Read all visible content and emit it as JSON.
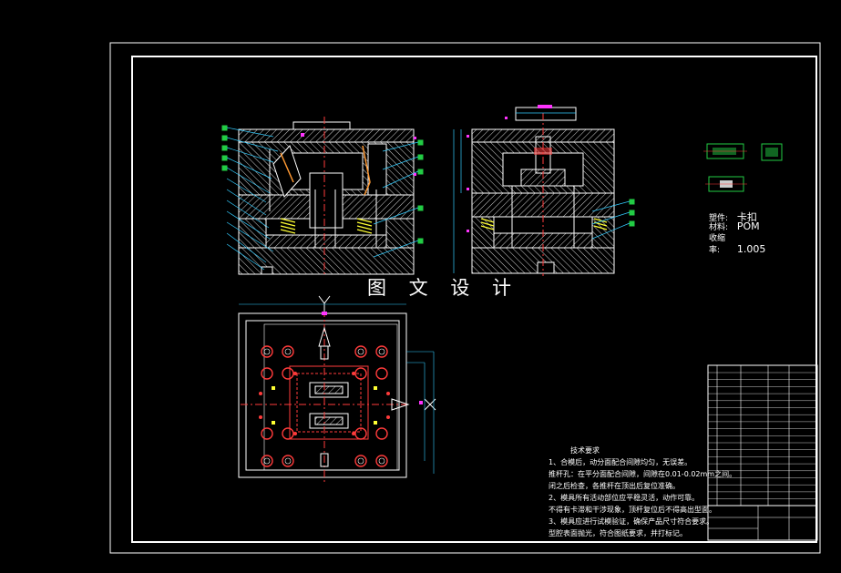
{
  "watermark": "图 文 设 计",
  "material": {
    "rows": [
      {
        "label": "塑件:",
        "value": "卡扣"
      },
      {
        "label": "材料:",
        "value": "POM"
      },
      {
        "label": "收缩率:",
        "value": "1.005"
      }
    ]
  },
  "tech_notes": {
    "title": "技术要求",
    "lines": [
      "1、合模后，动分面配合间隙均匀，无误差。",
      "推杆孔：在平分面配合间隙，间隙在0.01-0.02mm之间。",
      "闭之后检查，各推杆在顶出后复位准确。",
      "2、模具所有活动部位应平稳灵活，动作可靠。",
      "不得有卡滞和干涉现象，顶杆复位后不得高出型面。",
      "3、模具应进行试模验证，确保产品尺寸符合要求。",
      "型腔表面抛光，符合图纸要求，并打标记。"
    ]
  },
  "colors": {
    "background": "#000000",
    "frame": "#ffffff",
    "hatch": "#ffffff",
    "accent_red": "#ff3b3b",
    "accent_green": "#22cc44",
    "accent_magenta": "#ff33ff",
    "accent_yellow": "#ffff33",
    "accent_cyan": "#33ccff"
  }
}
